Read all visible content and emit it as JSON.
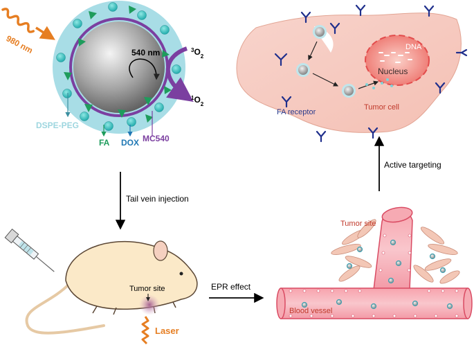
{
  "nanoparticle": {
    "laser_wavelength": "980 nm",
    "mc540_emission": "540 nm",
    "triplet_oxygen": {
      "base": "O",
      "sup": "3",
      "sub": "2"
    },
    "singlet_oxygen": {
      "base": "O",
      "sup": "1",
      "sub": "2"
    },
    "components": {
      "dspe_peg": "DSPE-PEG",
      "fa": "FA",
      "dox": "DOX",
      "mc540": "MC540"
    }
  },
  "steps": {
    "tail_vein_injection": "Tail vein injection",
    "epr_effect": "EPR effect",
    "active_targeting": "Active targeting"
  },
  "mouse_panel": {
    "tumor_site": "Tumor site",
    "laser": "Laser"
  },
  "vessel_panel": {
    "tumor_site": "Tumor site",
    "blood_vessel": "Blood vessel"
  },
  "cell_panel": {
    "dna": "DNA",
    "nucleus": "Nucleus",
    "fa_receptor": "FA receptor",
    "tumor_cell": "Tumor cell"
  },
  "colors": {
    "laser_orange": "#e67e22",
    "fa_green": "#1e9c5c",
    "dox_blue": "#1f78b4",
    "mc540_purple": "#7b3fa0",
    "shell_cyan": "#a8dde6",
    "receptor_navy": "#1f2f8c"
  }
}
